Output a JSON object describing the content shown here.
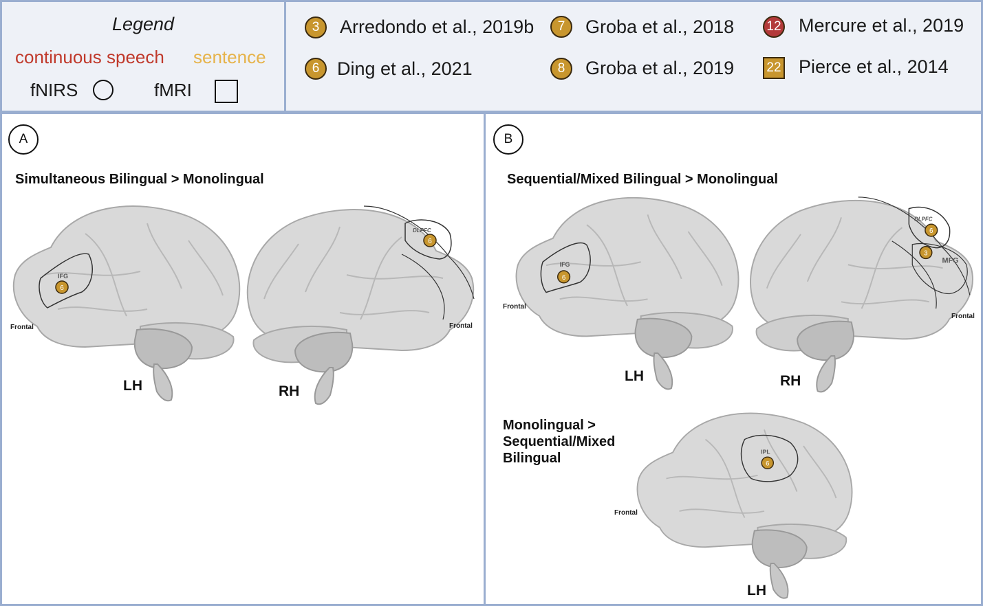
{
  "colors": {
    "frame": "#9aaed0",
    "panel_bg": "#eef1f7",
    "continuous_speech": "#c0392b",
    "sentence": "#e6b34a",
    "marker_gold": "#c8962e",
    "marker_red": "#b33a3a",
    "brain_fill": "#d9d9d9"
  },
  "legend": {
    "title": "Legend",
    "continuous_speech": "continuous speech",
    "sentence": "sentence",
    "fnirs": "fNIRS",
    "fmri": "fMRI",
    "fnirs_symbol": "circle",
    "fmri_symbol": "square"
  },
  "references": [
    {
      "num": "3",
      "label": "Arredondo et al., 2019b",
      "shape": "circle",
      "color": "#c8962e"
    },
    {
      "num": "6",
      "label": "Ding et al., 2021",
      "shape": "circle",
      "color": "#c8962e"
    },
    {
      "num": "7",
      "label": "Groba et al., 2018",
      "shape": "circle",
      "color": "#c8962e"
    },
    {
      "num": "8",
      "label": "Groba et al., 2019",
      "shape": "circle",
      "color": "#c8962e"
    },
    {
      "num": "12",
      "label": "Mercure et al., 2019",
      "shape": "circle",
      "color": "#b33a3a"
    },
    {
      "num": "22",
      "label": "Pierce et al., 2014",
      "shape": "square",
      "color": "#c8962e"
    }
  ],
  "panel_a": {
    "letter": "A",
    "heading": "Simultaneous Bilingual > Monolingual",
    "brains": [
      {
        "hemisphere": "LH",
        "frontal": "Frontal",
        "region": "IFG",
        "study": "6"
      },
      {
        "hemisphere": "RH",
        "frontal": "Frontal",
        "region": "DLPFC",
        "study": "6"
      }
    ]
  },
  "panel_b": {
    "letter": "B",
    "heading": "Sequential/Mixed Bilingual > Monolingual",
    "brains": [
      {
        "hemisphere": "LH",
        "frontal": "Frontal",
        "region": "IFG",
        "study": "6"
      },
      {
        "hemisphere": "RH",
        "frontal": "Frontal",
        "region": "DLPFC",
        "study": "6",
        "region2": "MFG",
        "study2": "3"
      }
    ],
    "contrast2": {
      "heading_lines": [
        "Monolingual >",
        "Sequential/Mixed",
        "Bilingual"
      ],
      "brain": {
        "hemisphere": "LH",
        "frontal": "Frontal",
        "region": "IPL",
        "study": "6"
      }
    }
  }
}
